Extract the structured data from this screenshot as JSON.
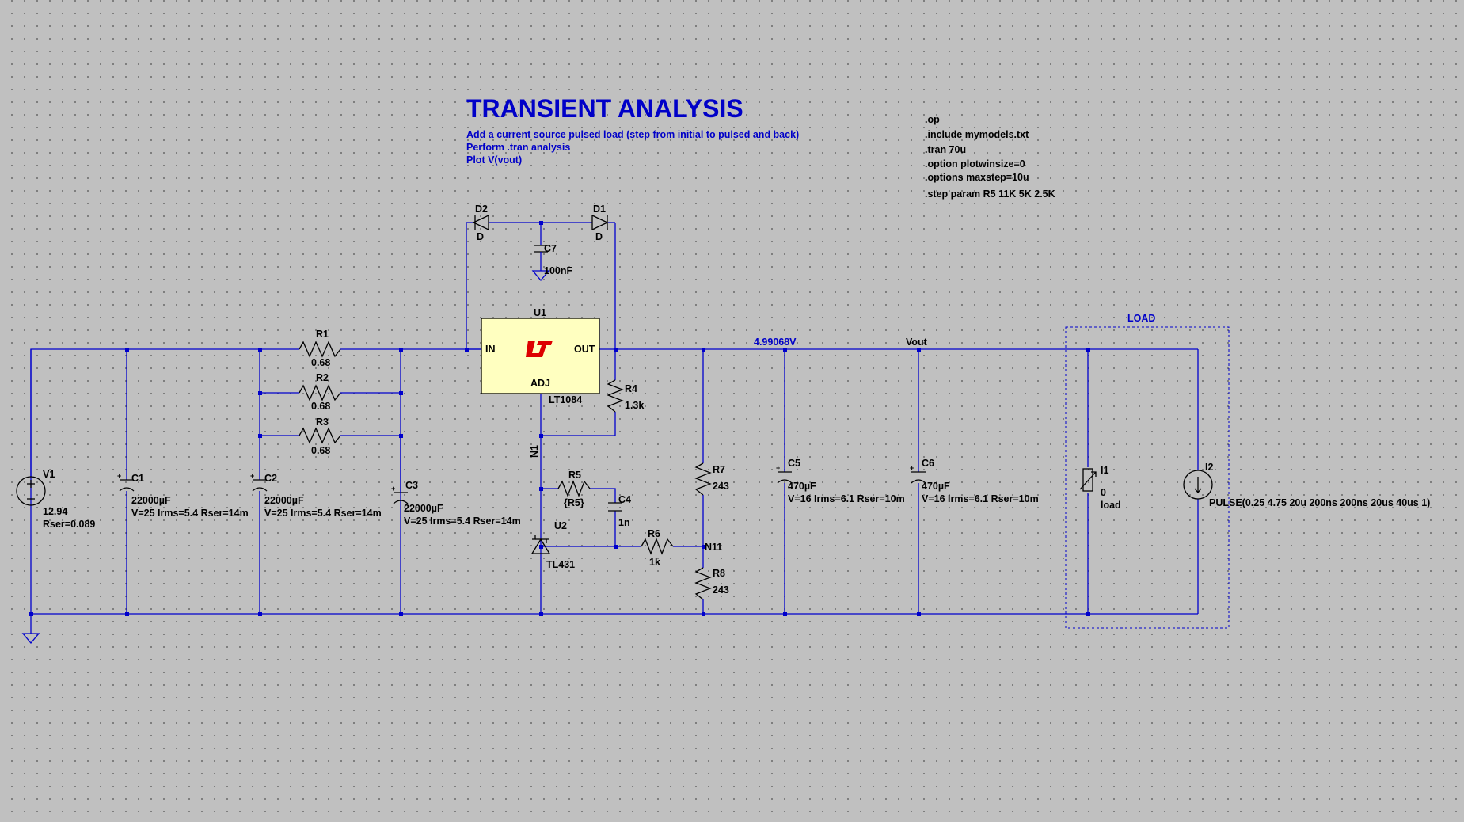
{
  "title": "TRANSIENT ANALYSIS",
  "notes": [
    "Add a current source pulsed load (step from initial to pulsed and back)",
    "Perform .tran analysis",
    "Plot V(vout)"
  ],
  "directives": [
    ".op",
    ".include mymodels.txt",
    ".tran 70u",
    ".option plotwinsize=0",
    ".options maxstep=10u",
    ".step param R5 11K 5K 2.5K"
  ],
  "labels": {
    "v1_name": "V1",
    "v1_value": "12.94",
    "v1_rser": "Rser=0.089",
    "c1_name": "C1",
    "c1_value": "22000µF",
    "c1_params": "V=25 Irms=5.4 Rser=14m",
    "c2_name": "C2",
    "c2_value": "22000µF",
    "c2_params": "V=25 Irms=5.4 Rser=14m",
    "c3_name": "C3",
    "c3_value": "22000µF",
    "c3_params": "V=25 Irms=5.4 Rser=14m",
    "r1_name": "R1",
    "r1_value": "0.68",
    "r2_name": "R2",
    "r2_value": "0.68",
    "r3_name": "R3",
    "r3_value": "0.68",
    "d1_name": "D1",
    "d1_model": "D",
    "d2_name": "D2",
    "d2_model": "D",
    "c7_name": "C7",
    "c7_value": "100nF",
    "u1_name": "U1",
    "u1_part": "LT1084",
    "pin_in": "IN",
    "pin_out": "OUT",
    "pin_adj": "ADJ",
    "r4_name": "R4",
    "r4_value": "1.3k",
    "node_n1": "N1",
    "r5_name": "R5",
    "r5_value": "{R5}",
    "c4_name": "C4",
    "c4_value": "1n",
    "u2_name": "U2",
    "u2_part": "TL431",
    "r6_name": "R6",
    "r6_value": "1k",
    "node_n11": "N11",
    "r7_name": "R7",
    "r7_value": "243",
    "r8_name": "R8",
    "r8_value": "243",
    "vout_measure": "4.99068V",
    "node_vout": "Vout",
    "c5_name": "C5",
    "c5_value": "470µF",
    "c5_params": "V=16 Irms=6.1 Rser=10m",
    "c6_name": "C6",
    "c6_value": "470µF",
    "c6_params": "V=16 Irms=6.1 Rser=10m",
    "load_box": "LOAD",
    "i1_name": "I1",
    "i1_value": "0",
    "i1_extra": "load",
    "i2_name": "I2",
    "i2_value": "PULSE(0.25 4.75 20u 200ns 200ns 20us 40us 1)"
  },
  "colors": {
    "wire": "#0000cc",
    "background": "#c0c0c0",
    "ic_fill": "#ffffc0",
    "logo": "#dd0000"
  }
}
